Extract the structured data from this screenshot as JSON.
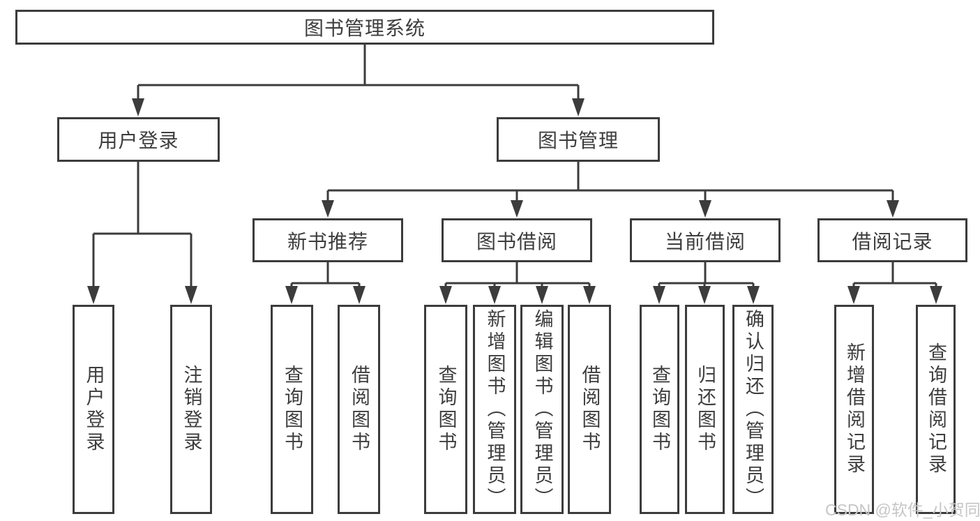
{
  "tree": {
    "label": "图书管理系统",
    "children": [
      {
        "label": "用户登录",
        "children": [
          {
            "label": "用户登录"
          },
          {
            "label": "注销登录"
          }
        ]
      },
      {
        "label": "图书管理",
        "children": [
          {
            "label": "新书推荐",
            "children": [
              {
                "label": "查询图书"
              },
              {
                "label": "借阅图书"
              }
            ]
          },
          {
            "label": "图书借阅",
            "children": [
              {
                "label": "查询图书"
              },
              {
                "label": "新增图书（管理员）"
              },
              {
                "label": "编辑图书（管理员）"
              },
              {
                "label": "借阅图书"
              }
            ]
          },
          {
            "label": "当前借阅",
            "children": [
              {
                "label": "查询图书"
              },
              {
                "label": "归还图书"
              },
              {
                "label": "确认归还（管理员）"
              }
            ]
          },
          {
            "label": "借阅记录",
            "children": [
              {
                "label": "新增借阅记录"
              },
              {
                "label": "查询借阅记录"
              }
            ]
          }
        ]
      }
    ]
  },
  "watermark": "CSDN @软件_小贺同学",
  "colors": {
    "line": "#3c3c3c",
    "text": "#3d3d3d",
    "watermark": "#c6c6c6",
    "bg": "#ffffff"
  }
}
